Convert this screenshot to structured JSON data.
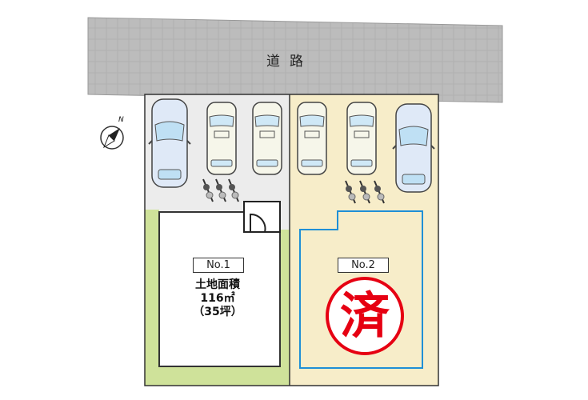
{
  "road": {
    "label": "道路"
  },
  "lots": [
    {
      "number": "No.1",
      "area_title": "土地面積",
      "area_sqm": "116㎡",
      "area_tsubo": "（35坪）",
      "status": "available"
    },
    {
      "number": "No.2",
      "status_stamp": "済",
      "status": "sold"
    }
  ],
  "compass": {
    "label": "N",
    "icon": "north-arrow-icon"
  },
  "colors": {
    "road": "#b8b8b8",
    "lot1_parking": "#ececec",
    "lot1_garden": "#cfe29a",
    "lot2": "#f7edc9",
    "building_outline": "#1f8fd6",
    "stamp": "#e60012"
  },
  "parking": {
    "lot1_cars": 3,
    "lot2_cars": 3,
    "lot1_bicycles": 3,
    "lot2_bicycles": 3
  }
}
